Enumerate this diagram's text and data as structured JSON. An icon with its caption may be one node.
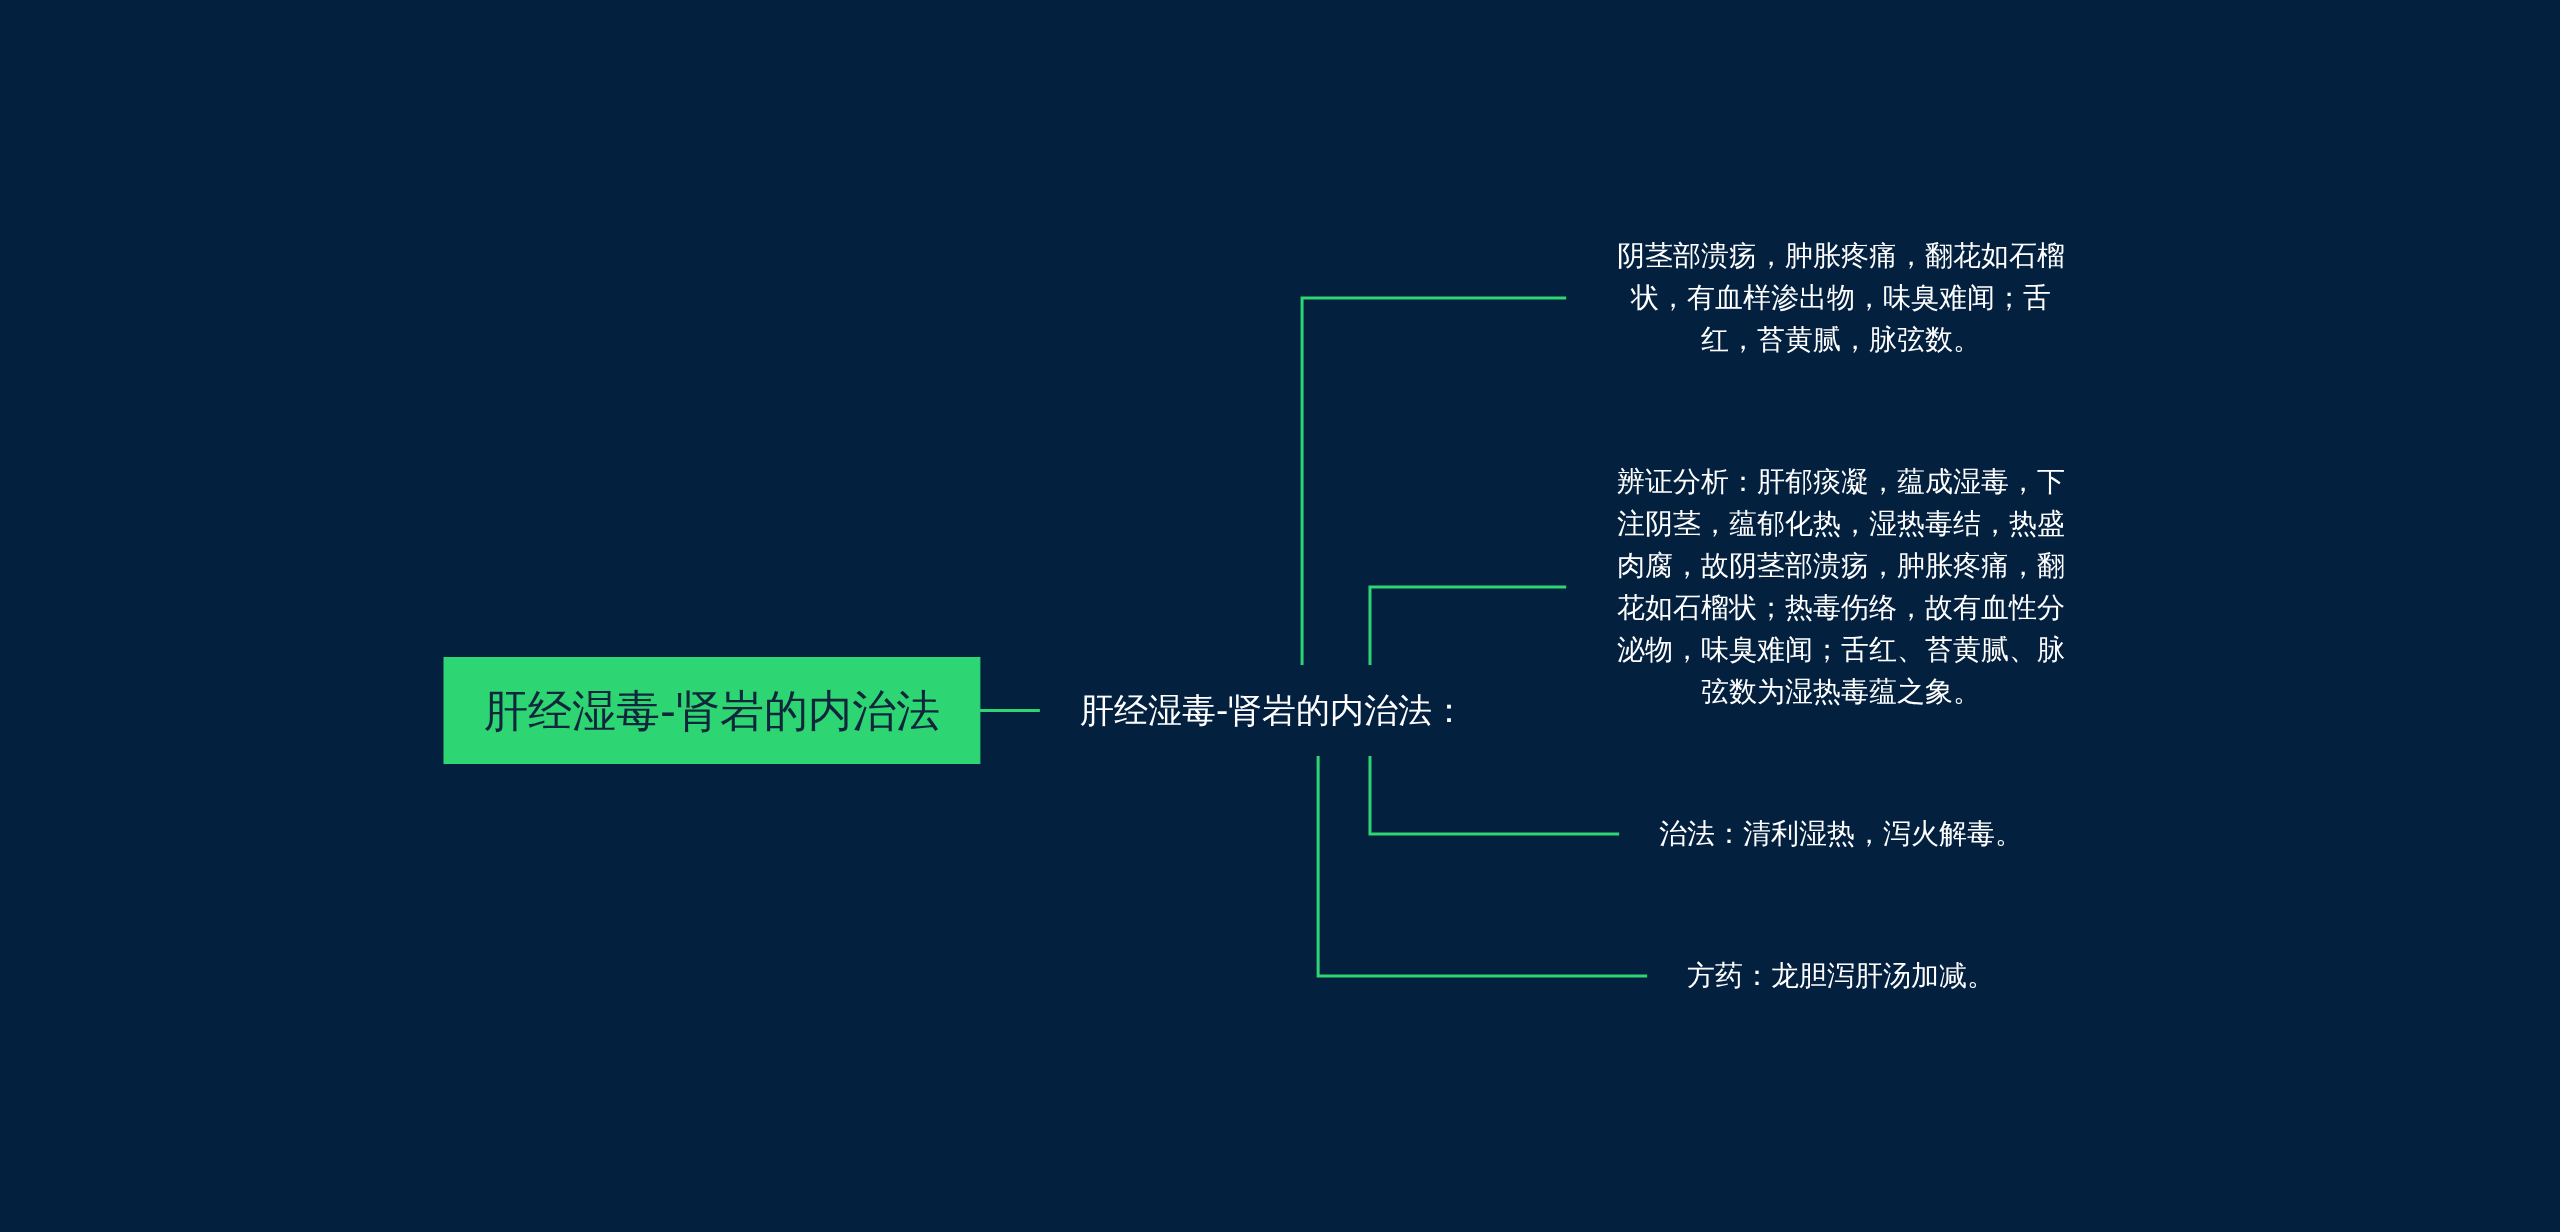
{
  "diagram": {
    "nodes": [
      {
        "text": [
          "肝经湿毒-肾岩的内治法"
        ]
      },
      {
        "text": [
          "肝经湿毒-肾岩的内治法："
        ]
      },
      {
        "text": [
          "阴茎部溃疡，肿胀疼痛，翻花如石榴状，有血样渗出物，味臭难闻；舌红，苔黄腻，脉弦数。"
        ]
      },
      {
        "text": [
          "辨证分析：肝郁痰凝，蕴成湿毒，下注阴茎，蕴郁化热，湿热毒结，热盛肉腐，故阴茎部溃疡，肿胀疼痛，翻花如石榴状；热毒伤络，故有血性分泌物，味臭难闻；舌红、苔黄腻、脉弦数为湿热毒蕴之象。"
        ]
      },
      {
        "text": [
          "治法：清利湿热，泻火解毒。"
        ]
      },
      {
        "text": [
          "方药：龙胆泻肝汤加减。"
        ]
      }
    ],
    "edges": [
      {
        "from": 0,
        "to": 1,
        "arrow": "none"
      },
      {
        "from": 1,
        "to": 2,
        "arrow": "none"
      },
      {
        "from": 1,
        "to": 3,
        "arrow": "none"
      },
      {
        "from": 1,
        "to": 4,
        "arrow": "none"
      },
      {
        "from": 1,
        "to": 5,
        "arrow": "none"
      }
    ]
  }
}
